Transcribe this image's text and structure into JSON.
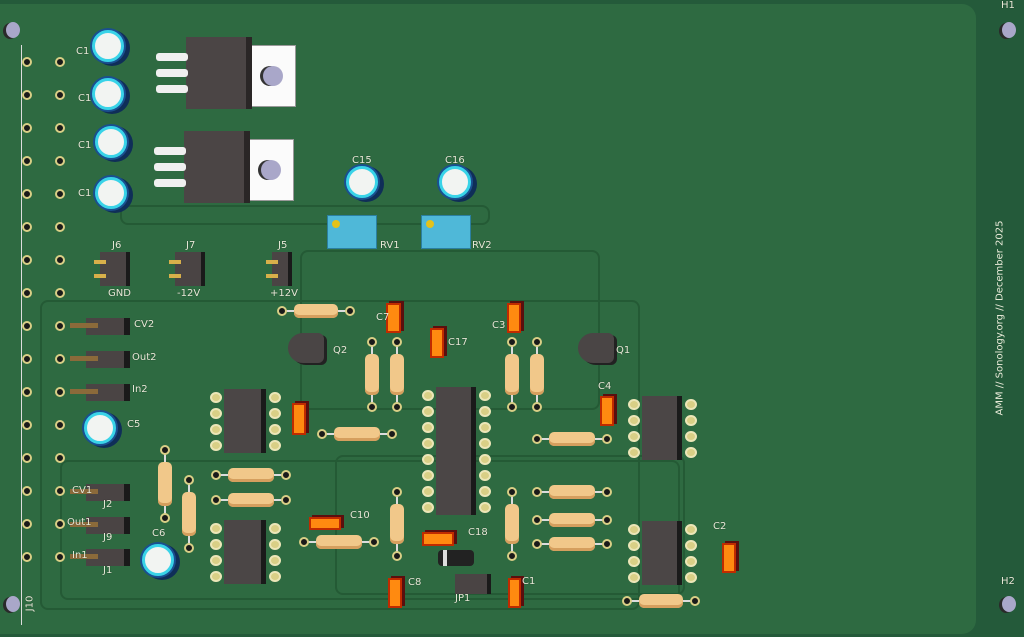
{
  "board": {
    "side_text": "AMM // Sonology.org // December 2025",
    "colors": {
      "soldermask": "#2e6a41",
      "edge": "#245a3a",
      "pad": "#d9cf86",
      "smd_cap": "#ff8a10",
      "resistor": "#f1c88a"
    }
  },
  "mounting_holes": {
    "h1": "H1",
    "h2": "H2"
  },
  "connector": {
    "ref": "J10"
  },
  "capacitors": {
    "c11": "C1",
    "c12": "C1",
    "c13": "C1",
    "c14": "C1",
    "c15": "C15",
    "c16": "C16",
    "c5": "C5",
    "c6": "C6",
    "c7": "C7",
    "c3": "C3",
    "c17": "C17",
    "c4": "C4",
    "c10": "C10",
    "c18": "C18",
    "c8": "C8",
    "c1": "C1",
    "c2": "C2"
  },
  "trimmers": {
    "rv1": "RV1",
    "rv2": "RV2"
  },
  "transistors": {
    "q1": "Q1",
    "q2": "Q2"
  },
  "jumpers": {
    "j6": {
      "ref": "J6",
      "label": "GND"
    },
    "j7": {
      "ref": "J7",
      "label": "-12V"
    },
    "j5": {
      "ref": "J5",
      "label": "+12V"
    },
    "jp1": "JP1"
  },
  "headers": {
    "cv2": "CV2",
    "out2": "Out2",
    "in2": "In2",
    "cv1": "CV1",
    "out1": "Out1",
    "in1": "In1",
    "j2": "J2",
    "j9": "J9",
    "j1": "J1"
  }
}
